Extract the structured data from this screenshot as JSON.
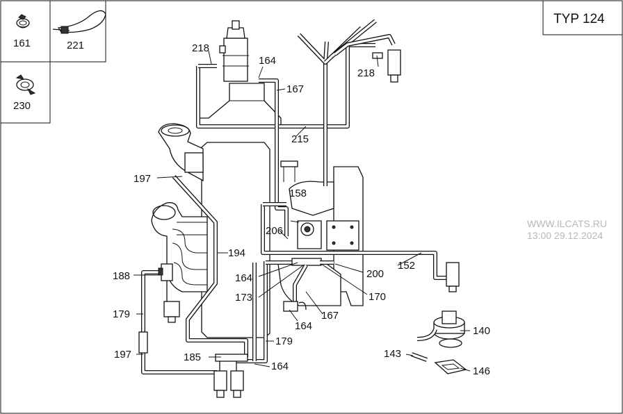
{
  "title": "TYP 124",
  "watermark": {
    "site": "WWW.ILCATS.RU",
    "timestamp": "13:00 29.12.2024"
  },
  "legend": [
    {
      "part": "161",
      "icon": "hose-clamp-icon"
    },
    {
      "part": "221",
      "icon": "cable-tie-icon"
    },
    {
      "part": "230",
      "icon": "spring-clip-icon"
    }
  ],
  "callouts": {
    "c218a": "218",
    "c164a": "164",
    "c167a": "167",
    "c215": "215",
    "c218b": "218",
    "c197a": "197",
    "c158": "158",
    "c206": "206",
    "c194": "194",
    "c152": "152",
    "c200": "200",
    "c188": "188",
    "c164b": "164",
    "c173": "173",
    "c170": "170",
    "c167b": "167",
    "c164c": "164",
    "c179a": "179",
    "c179b": "179",
    "c140": "140",
    "c197b": "197",
    "c185": "185",
    "c164d": "164",
    "c143": "143",
    "c146": "146"
  }
}
